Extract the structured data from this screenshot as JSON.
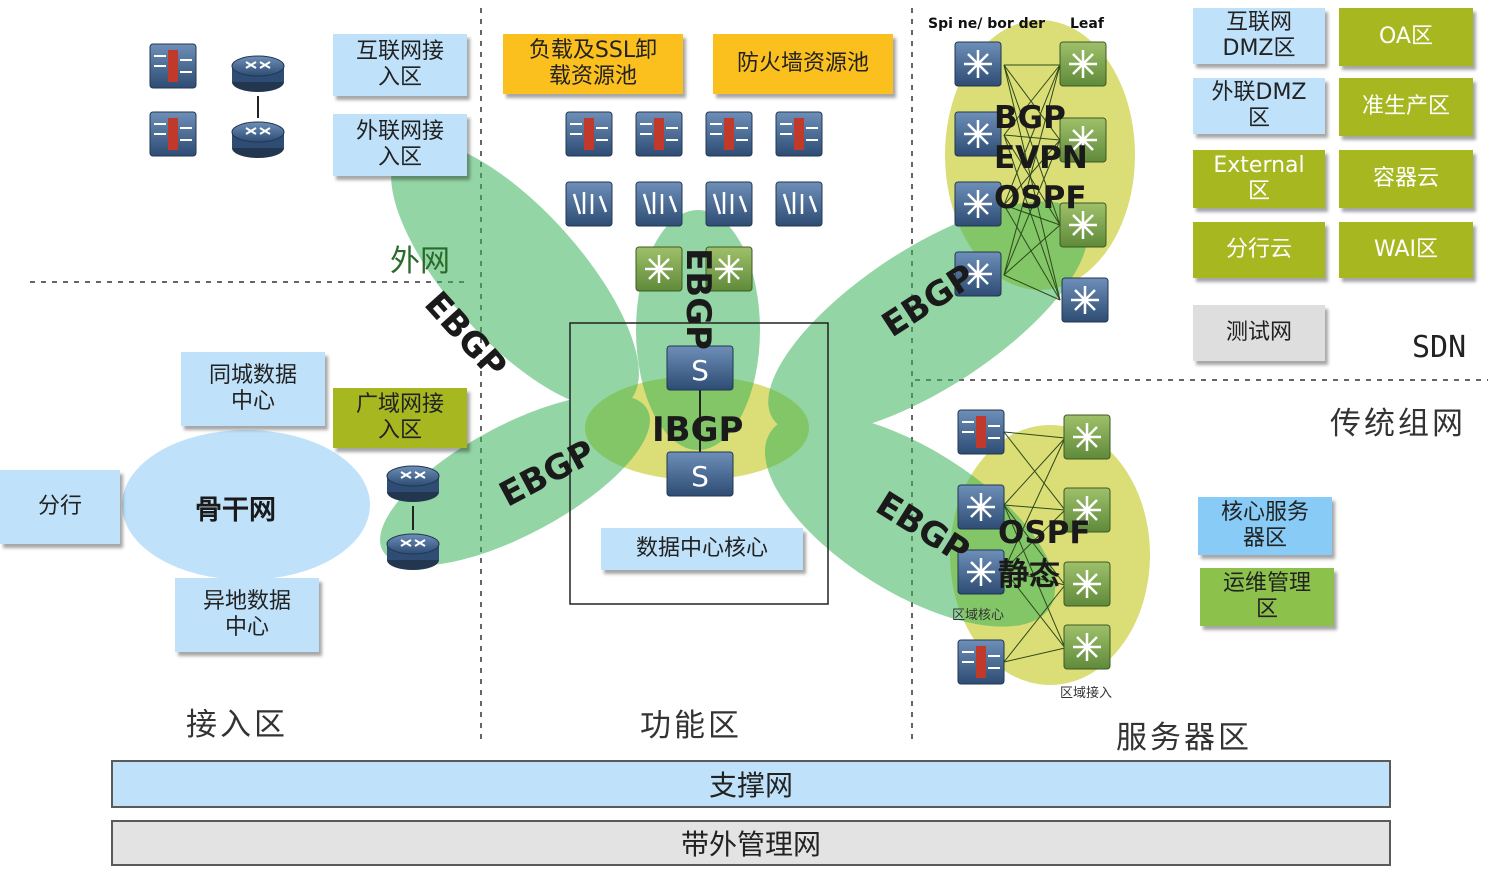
{
  "access_zone": {
    "internet_access": "互联网接\n入区",
    "extranet_access": "外联网接\n入区",
    "local_dc": "同城数据\n中心",
    "wan_access": "广域网接\n入区",
    "branch": "分行",
    "backbone": "骨干网",
    "remote_dc": "异地数据\n中心",
    "label": "接入区"
  },
  "function_zone": {
    "lb_ssl_pool": "负载及SSL卸\n载资源池",
    "firewall_pool": "防火墙资源池",
    "dc_core": "数据中心核心",
    "label": "功能区"
  },
  "sdn_zone": {
    "spine_border_label": "Spi ne/ bor der",
    "leaf_label": "Leaf",
    "protocols": "BGP\nEVPN\nOSPF",
    "label": "SDN",
    "areas": [
      {
        "name": "互联网\nDMZ区",
        "color": "#bfe1fa"
      },
      {
        "name": "OA区",
        "color": "#a6b71f"
      },
      {
        "name": "外联DMZ\n区",
        "color": "#bfe1fa"
      },
      {
        "name": "准生产区",
        "color": "#a6b71f"
      },
      {
        "name": "External\n区",
        "color": "#a6b71f"
      },
      {
        "name": "容器云",
        "color": "#a6b71f"
      },
      {
        "name": "分行云",
        "color": "#a6b71f"
      },
      {
        "name": "WAI区",
        "color": "#a6b71f"
      },
      {
        "name": "测试网",
        "color": "#dedede"
      }
    ]
  },
  "traditional_zone": {
    "label": "传统组网",
    "protocols": "OSPF\n静态",
    "area_core": "区域核心",
    "area_access": "区域接入",
    "core_service": "核心服务\n器区",
    "ops_mgmt": "运维管理\n区"
  },
  "server_zone_label": "服务器区",
  "petal_labels": {
    "extranet_ebgp_prefix": "外网",
    "ebgp": "EBGP",
    "ibgp": "IBGP"
  },
  "support_net": "支撑网",
  "oob_mgmt_net": "带外管理网",
  "colors": {
    "petal_green": "#3cb45a",
    "petal_yellow": "#d5d75a",
    "device_blue": "#3d5f8a"
  }
}
